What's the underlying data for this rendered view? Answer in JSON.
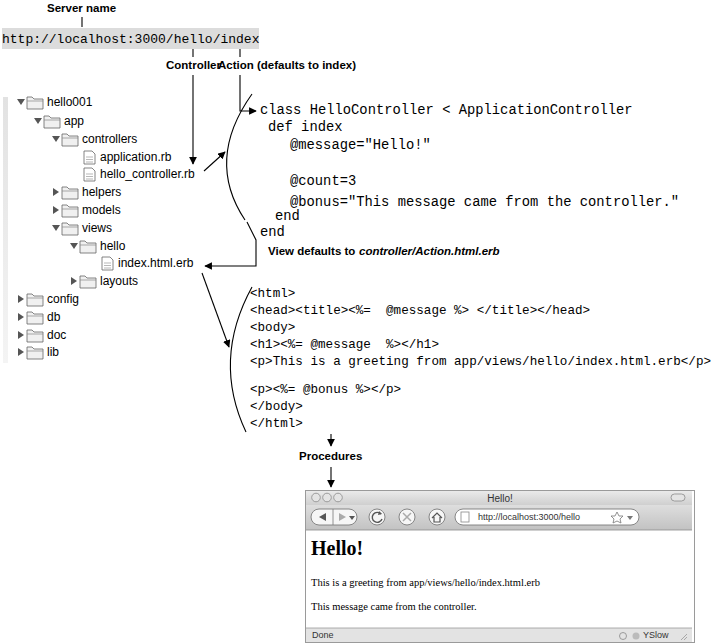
{
  "diagram": {
    "nodes": [
      {
        "text": [
          "http://localhost:3000/hello/index"
        ]
      },
      {
        "text": [
          "Hello!",
          "http://localhost:3000/hello",
          "Hello!",
          "This is a greeting from app/views/hello/index.html.erb",
          "This message came from the controller.",
          "Done",
          "YSlow"
        ]
      }
    ],
    "labels": [
      "Server name",
      "Controller",
      "Action (defaults to index)",
      "hello001",
      "app",
      "controllers",
      "application.rb",
      "hello_controller.rb",
      "helpers",
      "models",
      "views",
      "hello",
      "index.html.erb",
      "layouts",
      "config",
      "db",
      "doc",
      "lib",
      "class HelloController < ApplicationController",
      "def index",
      "@message=\"Hello!\"",
      "@count=3",
      "@bonus=\"This message came from the controller.\"",
      "end",
      "end",
      "View defaults to",
      "controller/Action.html.erb",
      "<html>",
      "<head><title><%=  @message %> </title></head>",
      "<body>",
      "<h1><%= @message  %></h1>",
      "<p>This is a greeting from app/views/hello/index.html.erb</p>",
      "<p><%= @bonus %></p>",
      "</body>",
      "</html>",
      "Procedures"
    ]
  }
}
